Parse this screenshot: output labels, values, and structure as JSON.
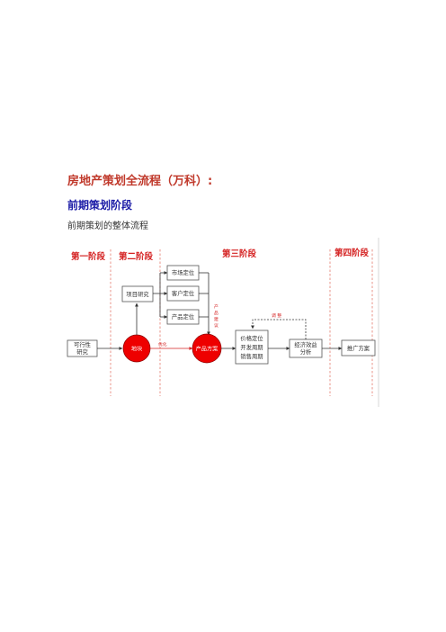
{
  "heading": {
    "title": "房地产策划全流程（万科）:",
    "subtitle": "前期策划阶段",
    "caption": "前期策划的整体流程"
  },
  "diagram": {
    "stages": [
      "第一阶段",
      "第二阶段",
      "第三阶段",
      "第四阶段"
    ],
    "boxes": {
      "feasibility": [
        "可行性",
        "研究"
      ],
      "project_research": "项目研究",
      "market_position": "市场定位",
      "customer_position": "客户定位",
      "product_position": "产品定位",
      "pricing": [
        "价格定位",
        "开发周期",
        "销售周期"
      ],
      "economic_analysis": [
        "经济效益",
        "分析"
      ],
      "promotion": "推广方案"
    },
    "circles": {
      "land": "地块",
      "product_plan": "产品方案"
    },
    "labels": {
      "optimize": "优化",
      "product_suggestion": [
        "产",
        "品",
        "建",
        "议"
      ],
      "adjust": "调 整"
    },
    "colors": {
      "stage_text": "#d42020",
      "circle_fill": "#ee0000",
      "divider": "#e06a5a"
    }
  }
}
